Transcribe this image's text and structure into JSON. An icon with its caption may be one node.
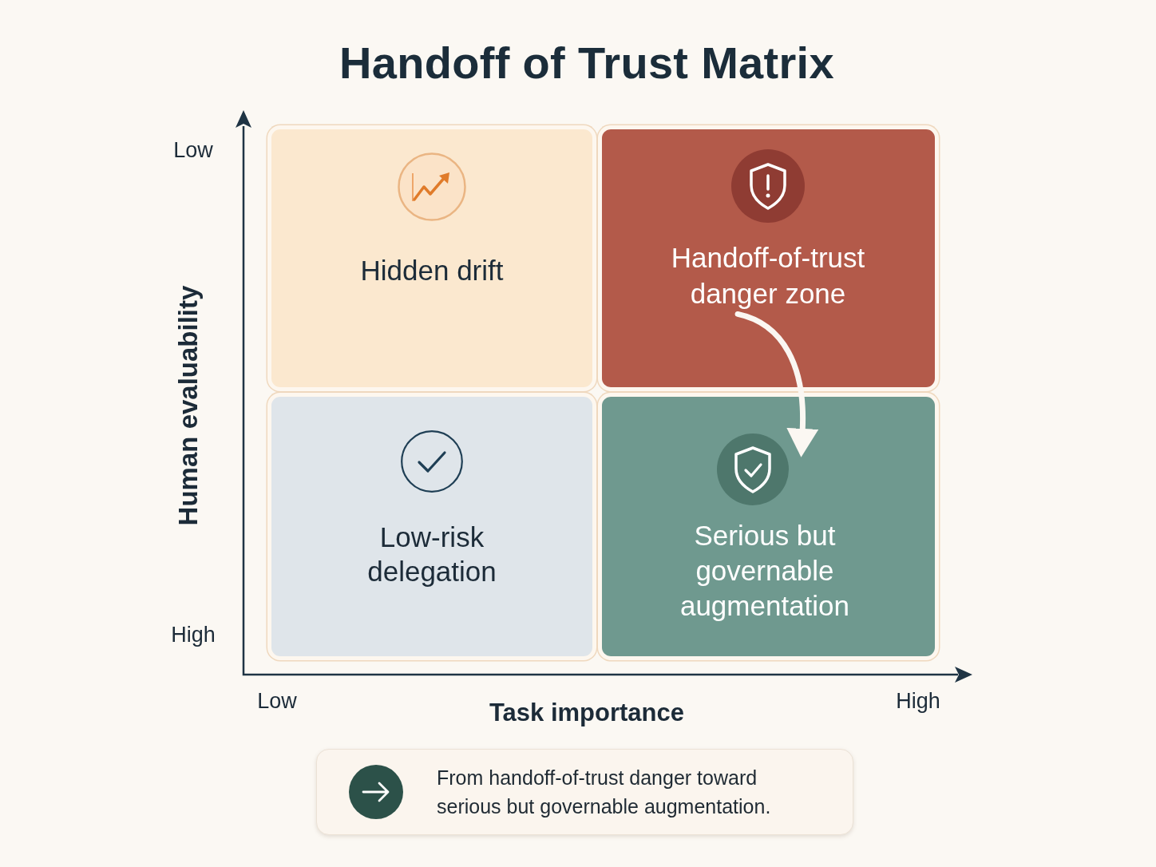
{
  "diagram": {
    "title": "Handoff of Trust Matrix",
    "nodes": [
      {
        "text": [
          "Hidden drift"
        ]
      },
      {
        "text": [
          "Handoff-of-trust danger zone"
        ]
      },
      {
        "text": [
          "Low-risk delegation"
        ]
      },
      {
        "text": [
          "Serious but governable augmentation"
        ]
      }
    ],
    "edges": [
      {
        "from": 1,
        "to": 3,
        "arrow": "to"
      }
    ],
    "labels": [
      "Low",
      "Human evaluability",
      "High",
      "Low",
      "Task importance",
      "High"
    ],
    "legend": [
      {
        "text": "From handoff-of-trust danger toward serious but governable augmentation."
      }
    ]
  }
}
